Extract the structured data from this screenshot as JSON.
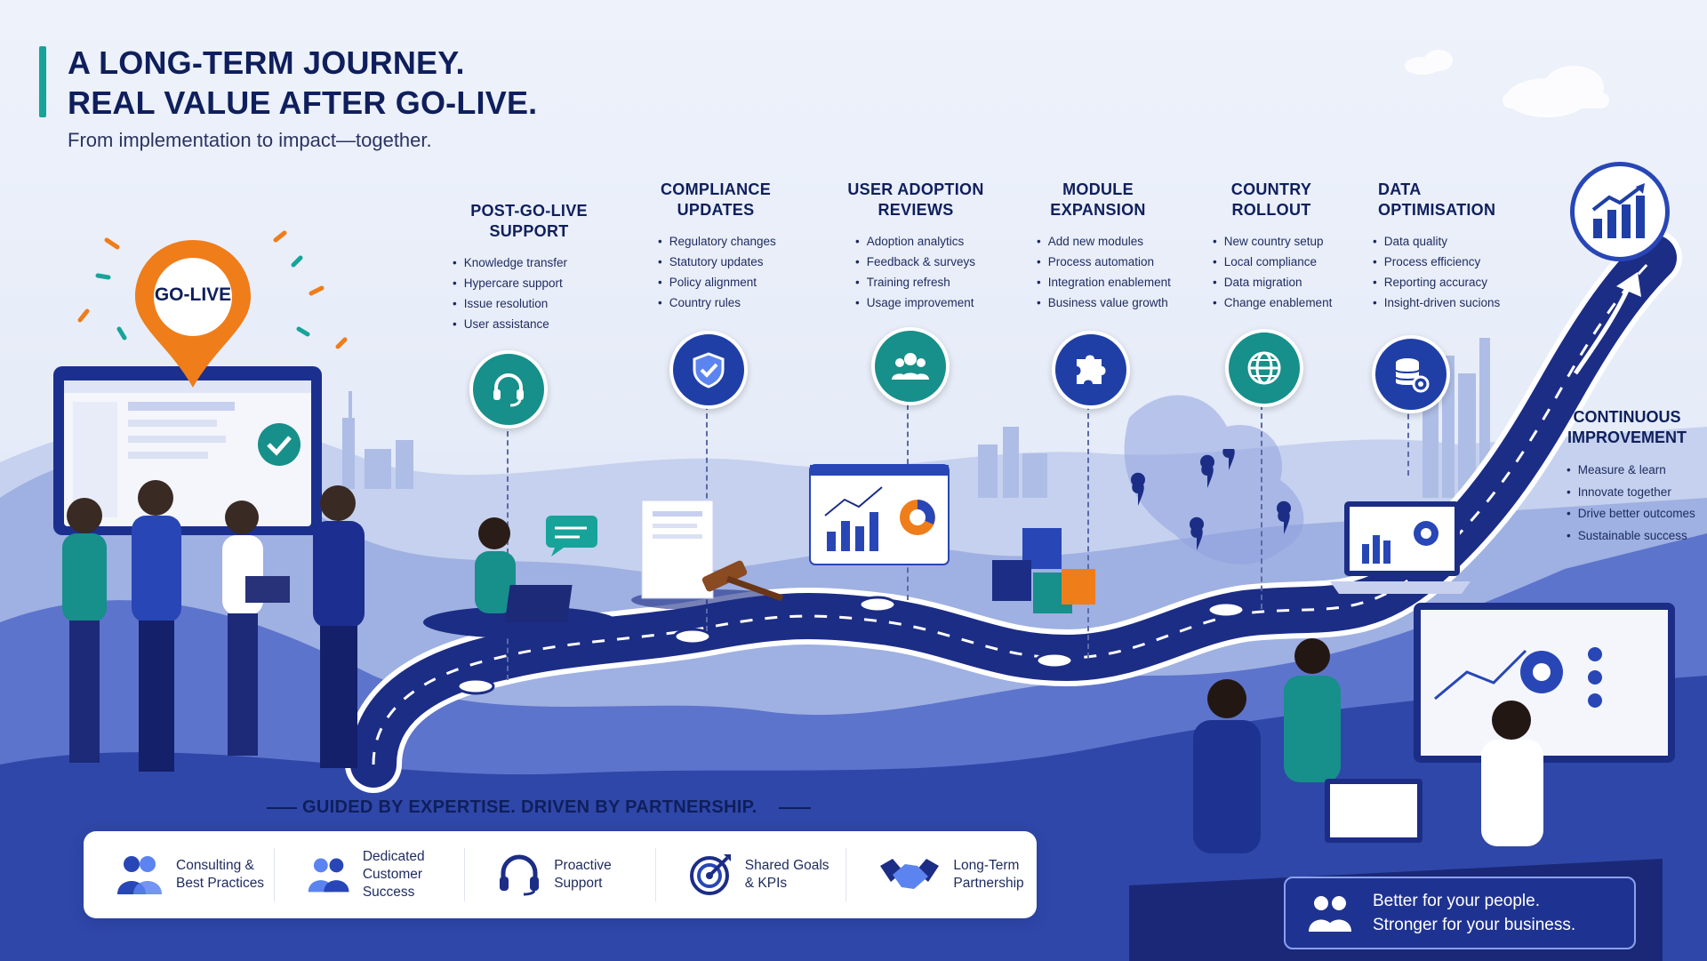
{
  "header": {
    "title_line1": "A LONG-TERM JOURNEY.",
    "title_line2": "REAL VALUE AFTER GO-LIVE.",
    "subtitle": "From implementation to impact—together."
  },
  "golive_pin": {
    "label": "GO-LIVE"
  },
  "stages": [
    {
      "title": "POST-GO-LIVE\nSUPPORT",
      "icon": "headset-icon",
      "color": "#178f8a",
      "items": [
        "Knowledge transfer",
        "Hypercare support",
        "Issue resolution",
        "User assistance"
      ]
    },
    {
      "title": "COMPLIANCE\nUPDATES",
      "icon": "shield-check-icon",
      "color": "#1f3fa6",
      "items": [
        "Regulatory changes",
        "Statutory updates",
        "Policy alignment",
        "Country rules"
      ]
    },
    {
      "title": "USER ADOPTION\nREVIEWS",
      "icon": "users-icon",
      "color": "#178f8a",
      "items": [
        "Adoption analytics",
        "Feedback & surveys",
        "Training refresh",
        "Usage improvement"
      ]
    },
    {
      "title": "MODULE\nEXPANSION",
      "icon": "puzzle-icon",
      "color": "#1f3fa6",
      "items": [
        "Add new modules",
        "Process automation",
        "Integration enablement",
        "Business value growth"
      ]
    },
    {
      "title": "COUNTRY\nROLLOUT",
      "icon": "globe-icon",
      "color": "#178f8a",
      "items": [
        "New country setup",
        "Local compliance",
        "Data migration",
        "Change enablement"
      ]
    },
    {
      "title": "DATA\nOPTIMISATION",
      "icon": "database-gear-icon",
      "color": "#1f3fa6",
      "items": [
        "Data quality",
        "Process efficiency",
        "Reporting accuracy",
        "Insight-driven sucions"
      ]
    }
  ],
  "continuous": {
    "title": "CONTINUOUS\nIMPROVEMENT",
    "items": [
      "Measure & learn",
      "Innovate together",
      "Drive better outcomes",
      "Sustainable success"
    ]
  },
  "guided": "GUIDED BY EXPERTISE. DRIVEN BY PARTNERSHIP.",
  "features": [
    {
      "label": "Consulting &\nBest Practices",
      "icon": "consulting-icon"
    },
    {
      "label": "Dedicated\nCustomer Success",
      "icon": "team-icon"
    },
    {
      "label": "Proactive\nSupport",
      "icon": "headphones-icon"
    },
    {
      "label": "Shared Goals\n& KPIs",
      "icon": "target-icon"
    },
    {
      "label": "Long-Term\nPartnership",
      "icon": "handshake-icon"
    }
  ],
  "better": {
    "text": "Better for your people.\nStronger for your business.",
    "icon": "people-icon"
  },
  "colors": {
    "navy": "#0f1f5c",
    "teal": "#178f8a",
    "blue": "#1f3fa6",
    "orange": "#ef7d1a"
  }
}
